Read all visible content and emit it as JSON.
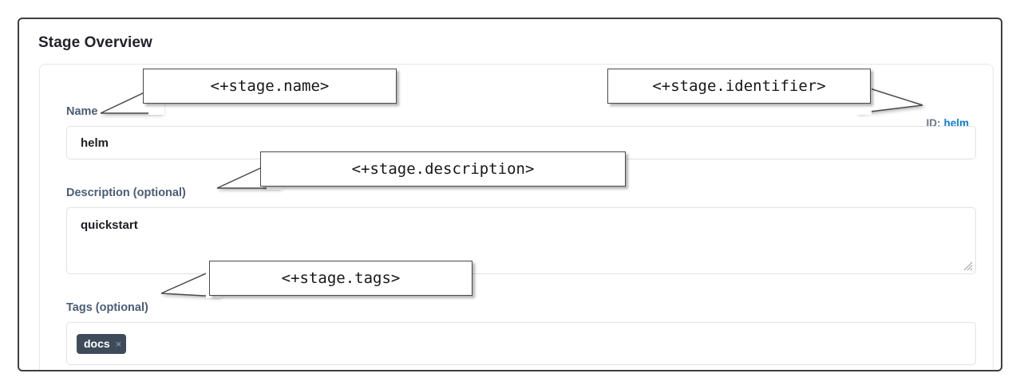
{
  "window": {
    "frame_border_color": "#3f3f3f",
    "background": "#ffffff"
  },
  "section": {
    "title": "Stage Overview"
  },
  "identifier_row": {
    "key_label": "ID:",
    "value": "helm",
    "value_color": "#0b7fd4"
  },
  "fields": [
    {
      "key": "name",
      "label": "Name",
      "type": "text",
      "value": "helm",
      "placeholder": ""
    },
    {
      "key": "description",
      "label": "Description (optional)",
      "type": "textarea",
      "value": "quickstart",
      "placeholder": ""
    },
    {
      "key": "tags",
      "label": "Tags (optional)",
      "type": "tags",
      "value": "",
      "placeholder": "",
      "chips": [
        {
          "label": "docs",
          "remove_icon": "×"
        }
      ]
    }
  ],
  "callouts": [
    {
      "key": "name",
      "text": "<+stage.name>",
      "points_to": "name-label",
      "direction": "left"
    },
    {
      "key": "identifier",
      "text": "<+stage.identifier>",
      "points_to": "id-value",
      "direction": "right"
    },
    {
      "key": "description",
      "text": "<+stage.description>",
      "points_to": "description-label",
      "direction": "left"
    },
    {
      "key": "tags",
      "text": "<+stage.tags>",
      "points_to": "tags-label",
      "direction": "left"
    }
  ],
  "colors": {
    "label": "#4b5d75",
    "input_border": "#dfe2e7",
    "chip_bg": "#3e4b5b",
    "link": "#0b7fd4",
    "callout_border": "#4a4a4a"
  }
}
